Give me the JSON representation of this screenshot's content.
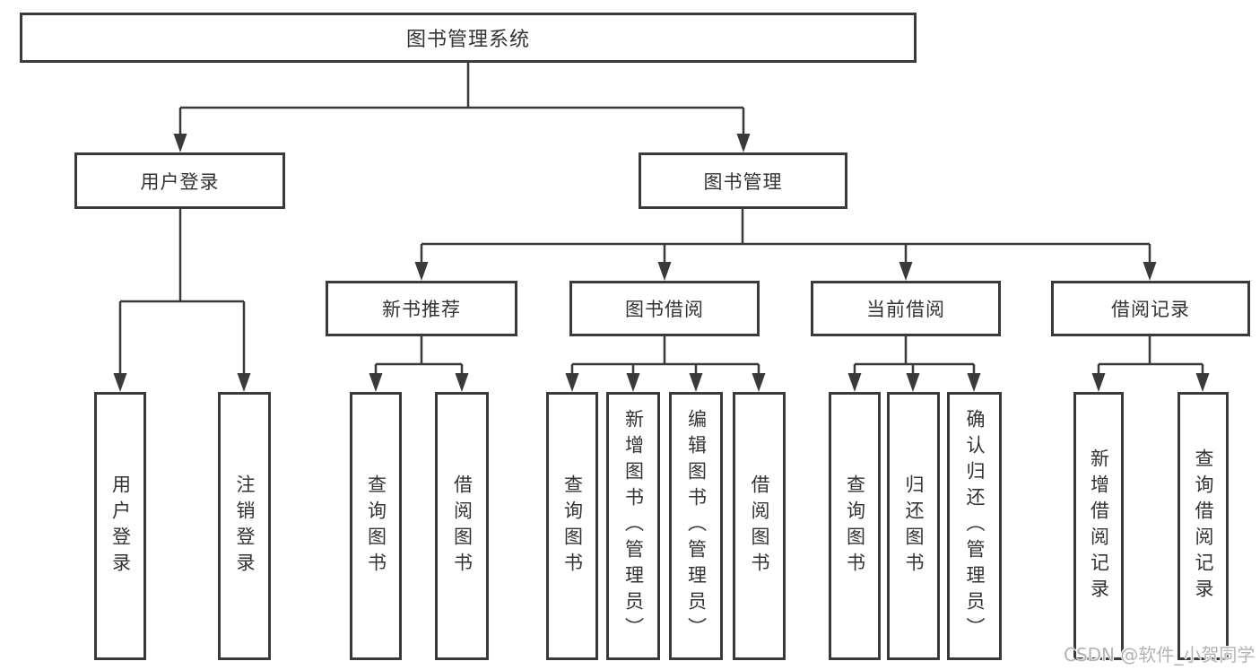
{
  "tree": {
    "root": {
      "label": "图书管理系统"
    },
    "children": [
      {
        "label": "用户登录",
        "children": [
          {
            "label": "用户登录"
          },
          {
            "label": "注销登录"
          }
        ]
      },
      {
        "label": "图书管理",
        "children": [
          {
            "label": "新书推荐",
            "children": [
              {
                "label": "查询图书"
              },
              {
                "label": "借阅图书"
              }
            ]
          },
          {
            "label": "图书借阅",
            "children": [
              {
                "label": "查询图书"
              },
              {
                "label": "新增图书（管理员）"
              },
              {
                "label": "编辑图书（管理员）"
              },
              {
                "label": "借阅图书"
              }
            ]
          },
          {
            "label": "当前借阅",
            "children": [
              {
                "label": "查询图书"
              },
              {
                "label": "归还图书"
              },
              {
                "label": "确认归还（管理员）"
              }
            ]
          },
          {
            "label": "借阅记录",
            "children": [
              {
                "label": "新增借阅记录"
              },
              {
                "label": "查询借阅记录"
              }
            ]
          }
        ]
      }
    ]
  },
  "watermark": {
    "text": "CSDN @软件_小贺同学"
  },
  "colors": {
    "line": "#3a3a3a",
    "text": "#333333",
    "box_background": "#ffffff",
    "watermark": "#b3b3b3"
  }
}
